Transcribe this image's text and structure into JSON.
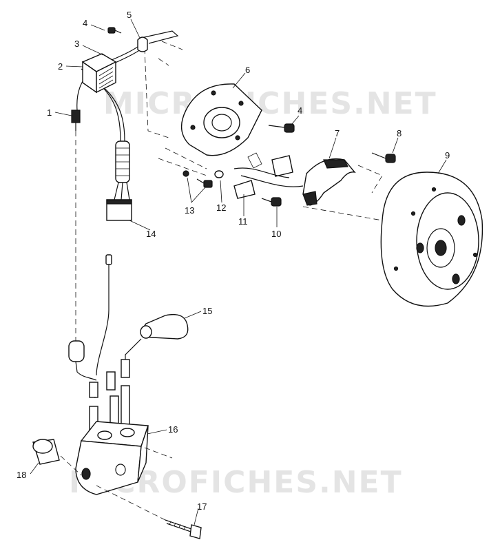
{
  "watermarks": [
    "MICROFICHES.NET",
    "MICROFICHES.NET"
  ],
  "labels": [
    "1",
    "2",
    "3",
    "4",
    "5",
    "6",
    "4",
    "7",
    "8",
    "9",
    "10",
    "11",
    "12",
    "13",
    "14",
    "15",
    "16",
    "17",
    "18"
  ]
}
